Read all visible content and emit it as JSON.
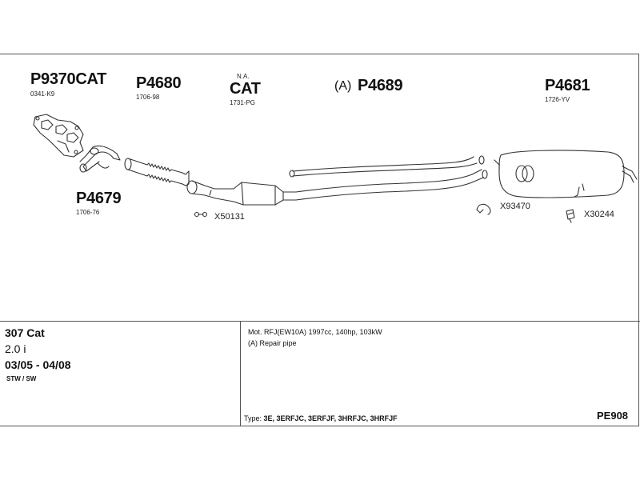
{
  "parts": {
    "p9370": {
      "code": "P9370CAT",
      "ref": "0341-K9"
    },
    "p4680": {
      "code": "P4680",
      "ref": "1706-98"
    },
    "cat": {
      "note": "N.A.",
      "code": "CAT",
      "ref": "1731-PG"
    },
    "p4689": {
      "prefix": "(A)",
      "code": "P4689"
    },
    "p4681": {
      "code": "P4681",
      "ref": "1726-YV"
    },
    "p4679": {
      "code": "P4679",
      "ref": "1706-76"
    }
  },
  "fittings": {
    "x50131": "X50131",
    "x93470": "X93470",
    "x30244": "X30244"
  },
  "vehicle": {
    "model": "307 Cat",
    "engine": "2.0 i",
    "years": "03/05 - 04/08",
    "body": "STW / SW"
  },
  "details": {
    "motor": "Mot. RFJ(EW10A) 1997cc, 140hp, 103kW",
    "note": "(A) Repair pipe",
    "type_label": "Type:",
    "type_codes": "3E, 3ERFJC, 3ERFJF, 3HRFJC, 3HRFJF",
    "sheet_code": "PE908"
  },
  "colors": {
    "line": "#333333",
    "border": "#555555"
  }
}
